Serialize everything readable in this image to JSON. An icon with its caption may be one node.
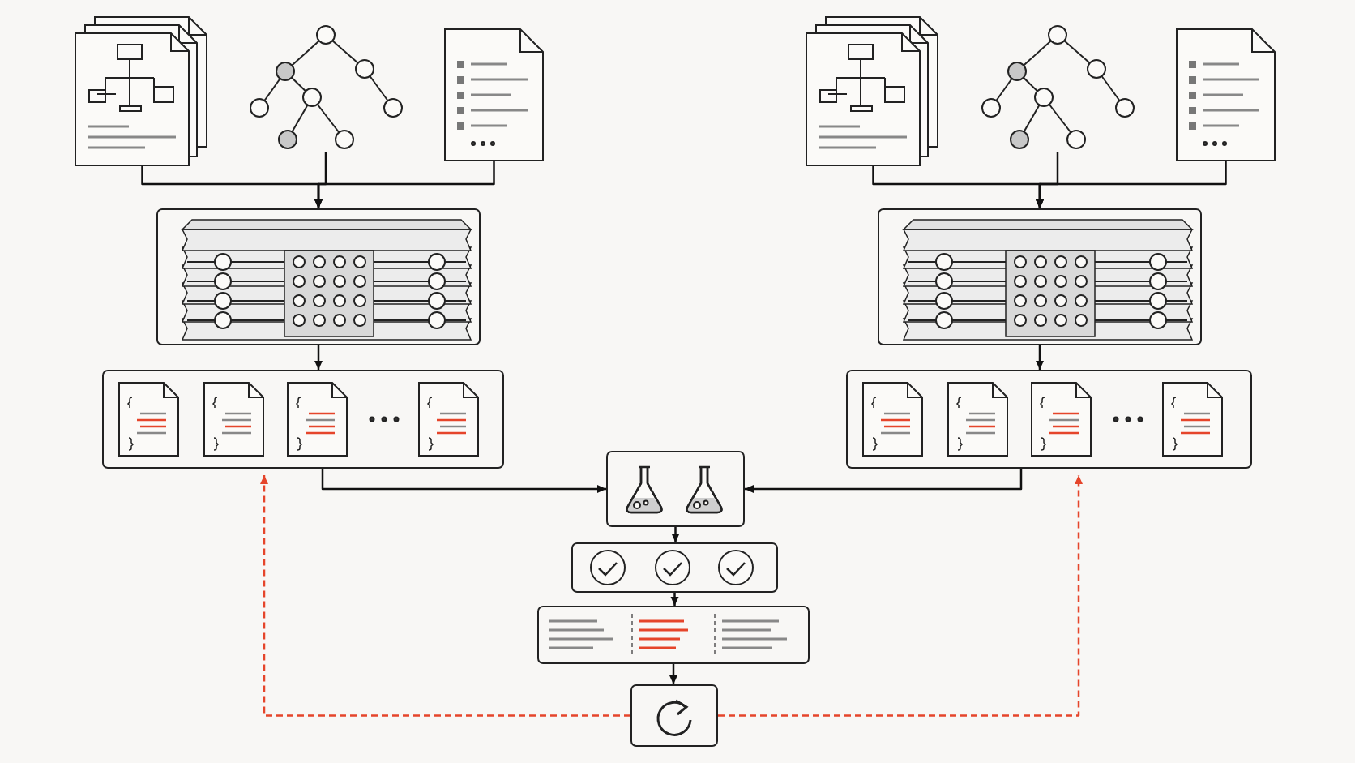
{
  "diagram": {
    "nodes": [
      {
        "text": [],
        "shape": "document"
      },
      {
        "text": [],
        "shape": "tree"
      },
      {
        "text": [],
        "shape": "document"
      },
      {
        "text": [],
        "shape": "box"
      },
      {
        "text": [],
        "shape": "box"
      },
      {
        "text": [],
        "shape": "document"
      },
      {
        "text": [],
        "shape": "tree"
      },
      {
        "text": [],
        "shape": "document"
      },
      {
        "text": [],
        "shape": "box"
      },
      {
        "text": [],
        "shape": "box"
      },
      {
        "text": [],
        "shape": "box"
      },
      {
        "text": [],
        "shape": "box"
      },
      {
        "text": [],
        "shape": "box"
      },
      {
        "text": [],
        "shape": "box"
      }
    ],
    "edges": [
      {
        "from": 0,
        "to": 3,
        "arrow": "to"
      },
      {
        "from": 1,
        "to": 3,
        "arrow": "to"
      },
      {
        "from": 2,
        "to": 3,
        "arrow": "to"
      },
      {
        "from": 3,
        "to": 4,
        "arrow": "to"
      },
      {
        "from": 5,
        "to": 8,
        "arrow": "to"
      },
      {
        "from": 6,
        "to": 8,
        "arrow": "to"
      },
      {
        "from": 7,
        "to": 8,
        "arrow": "to"
      },
      {
        "from": 8,
        "to": 9,
        "arrow": "to"
      },
      {
        "from": 4,
        "to": 10,
        "arrow": "to"
      },
      {
        "from": 9,
        "to": 10,
        "arrow": "to"
      },
      {
        "from": 10,
        "to": 11,
        "arrow": "to"
      },
      {
        "from": 11,
        "to": 12,
        "arrow": "to"
      },
      {
        "from": 12,
        "to": 13,
        "arrow": "to"
      },
      {
        "from": 13,
        "to": 4,
        "arrow": "to",
        "style": "dashed",
        "color": "#e5452b"
      },
      {
        "from": 13,
        "to": 9,
        "arrow": "to",
        "style": "dashed",
        "color": "#e5452b"
      }
    ]
  }
}
